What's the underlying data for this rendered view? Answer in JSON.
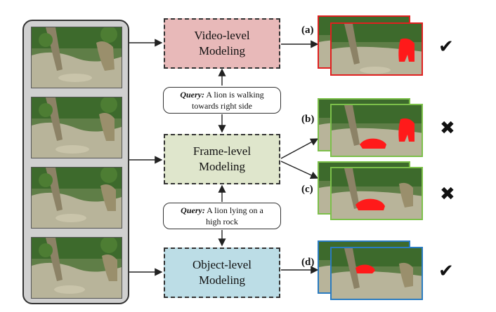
{
  "models": {
    "video": {
      "line1": "Video-level",
      "line2": "Modeling",
      "fill": "#e8b9b9"
    },
    "frame": {
      "line1": "Frame-level",
      "line2": "Modeling",
      "fill": "#dfe6cc"
    },
    "object": {
      "line1": "Object-level",
      "line2": "Modeling",
      "fill": "#bcdde6"
    }
  },
  "queries": [
    {
      "label": "Query:",
      "text_line1": "A lion is walking",
      "text_line2": "towards right side"
    },
    {
      "label": "Query:",
      "text_line1": "A lion lying on a",
      "text_line2": "high rock"
    }
  ],
  "outputs": [
    {
      "label": "(a)",
      "border": "#e02020",
      "mark": "✔"
    },
    {
      "label": "(b)",
      "border": "#7cc04a",
      "mark": "✖"
    },
    {
      "label": "(c)",
      "border": "#7cc04a",
      "mark": "✖"
    },
    {
      "label": "(d)",
      "border": "#2a7bc0",
      "mark": "✔"
    }
  ],
  "colors": {
    "mask": "#ff1a1a",
    "foliage": "#3d6a2c",
    "rock": "#b8b49a",
    "sand": "#c9c4aa"
  }
}
